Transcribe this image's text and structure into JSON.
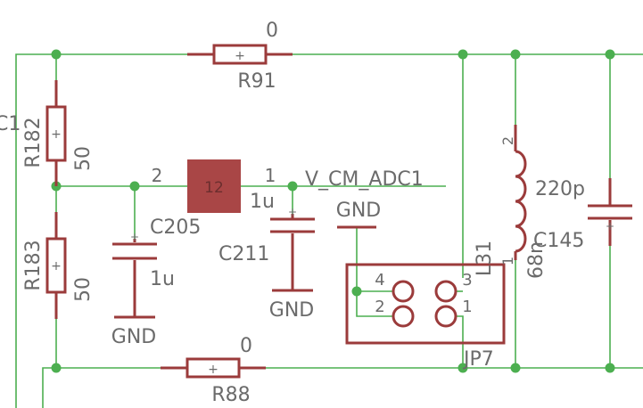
{
  "labels": {
    "r91_name": "R91",
    "r91_value": "0",
    "r88_name": "R88",
    "r88_value": "0",
    "r182_name": "R182",
    "r182_value": "50",
    "r183_name": "R183",
    "r183_value": "50",
    "c205_name": "C205",
    "c205_value": "1u",
    "c211_name": "C211",
    "c211_value": "1u",
    "c145_name": "C145",
    "c145_value": "220p",
    "l31_name": "L31",
    "l31_value": "68n",
    "l31_pin1": "1",
    "l31_pin2": "2",
    "jp7_name": "JP7",
    "jp7_pin1": "1",
    "jp7_pin2": "2",
    "jp7_pin3": "3",
    "jp7_pin4": "4",
    "u_pin1": "1",
    "u_pin2": "2",
    "u_center": "12",
    "net_vcm": "V_CM_ADC1",
    "gnd1": "GND",
    "gnd2": "GND",
    "gnd3": "GND",
    "c1_partial": "C1",
    "plus": "+"
  },
  "colors": {
    "wire": "#4caf50",
    "part": "#9b3b3b",
    "text": "#6b6b6b",
    "chip_fill": "#a94646"
  }
}
